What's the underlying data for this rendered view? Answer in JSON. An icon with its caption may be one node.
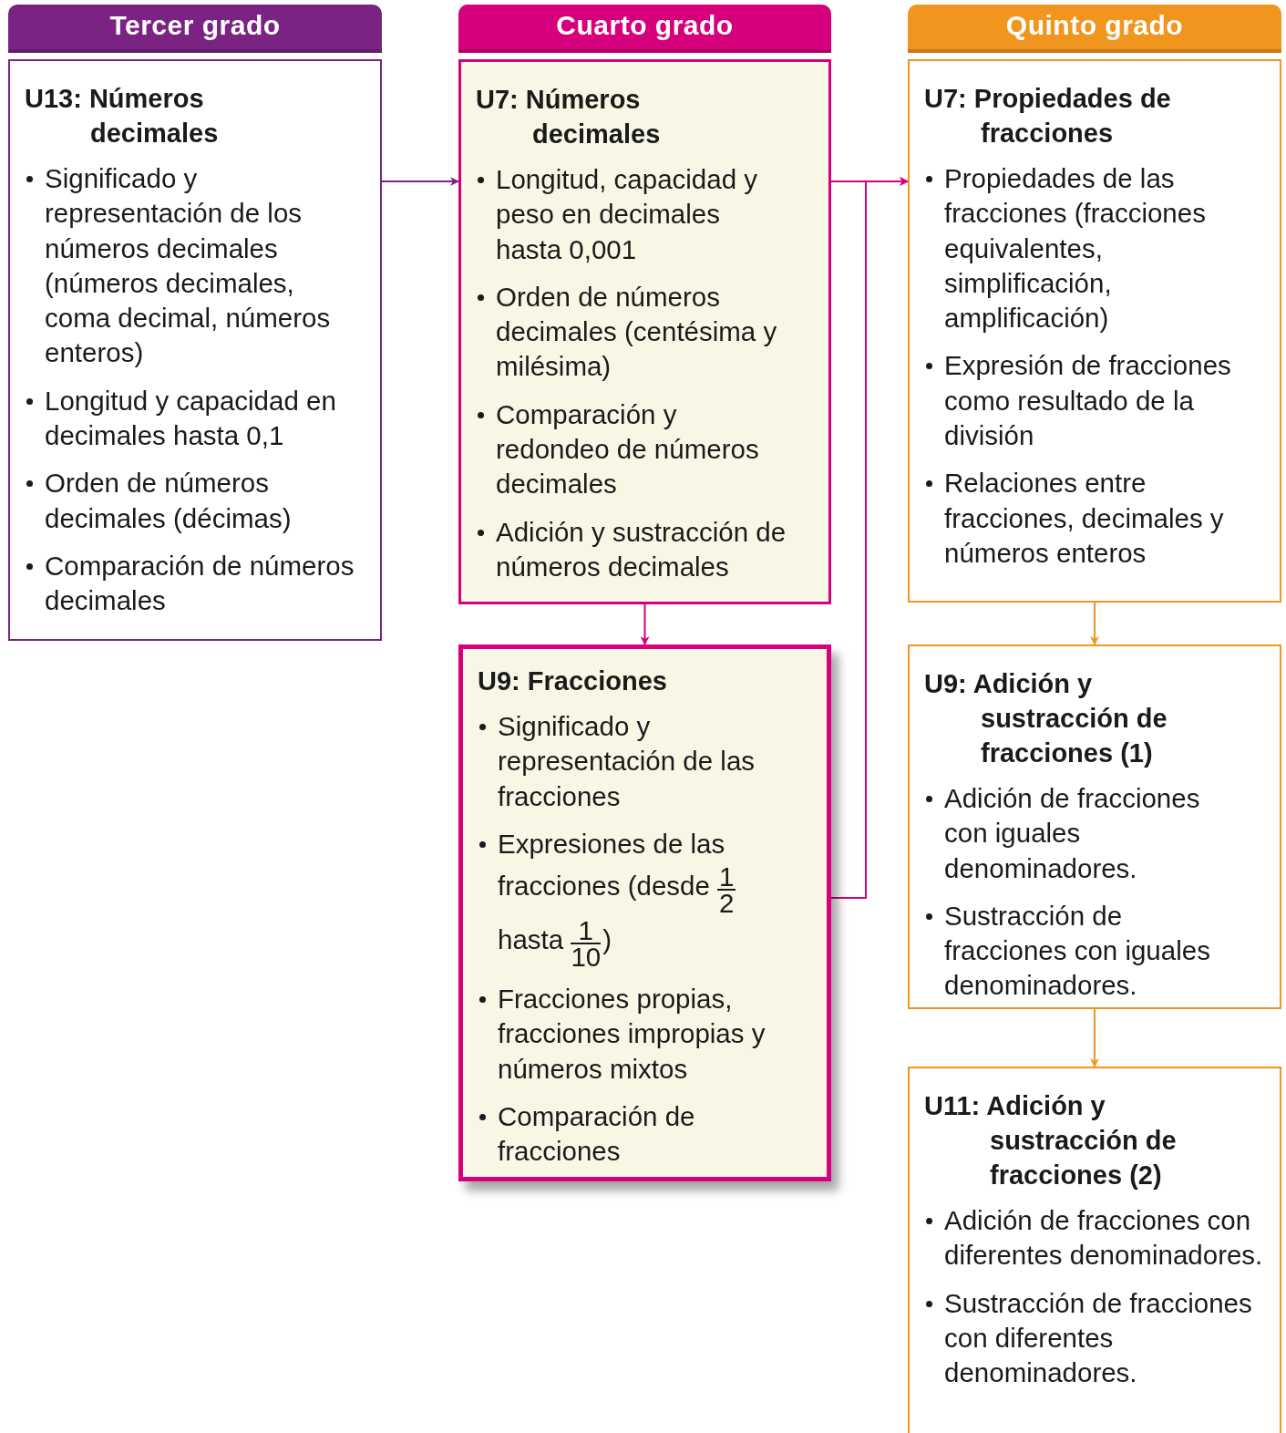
{
  "diagram": {
    "nodes": [
      {
        "text": [
          "Tercer grado"
        ]
      },
      {
        "text": [
          "U13: Números decimales",
          "Significado y representación de los números decimales (números decimales, coma decimal, números enteros)",
          "Longitud y capacidad en decimales hasta 0,1",
          "Orden de números decimales (décimas)",
          "Comparación de números decimales"
        ]
      },
      {
        "text": [
          "Cuarto grado"
        ]
      },
      {
        "text": [
          "U7: Números decimales",
          "Longitud, capacidad y peso en decimales hasta 0,001",
          "Orden de números decimales (centésima y milésima)",
          "Comparación y redondeo de números decimales",
          "Adición y sustracción de números decimales"
        ]
      },
      {
        "text": [
          "U9: Fracciones",
          "Significado y representación de las fracciones",
          "Expresiones de las fracciones (desde 1/2 hasta 1/10)",
          "Fracciones propias, fracciones impropias y números mixtos",
          "Comparación de fracciones"
        ]
      },
      {
        "text": [
          "Quinto grado"
        ]
      },
      {
        "text": [
          "U7: Propiedades de fracciones",
          "Propiedades de las fracciones (fracciones equivalentes, simplificación, amplificación)",
          "Expresión de fracciones como resultado de la división",
          "Relaciones entre fracciones, decimales y números enteros"
        ]
      },
      {
        "text": [
          "U9: Adición y sustracción de fracciones (1)",
          "Adición de fracciones con iguales denominadores.",
          "Sustracción de fracciones con iguales denominadores."
        ]
      },
      {
        "text": [
          "U11: Adición y sustracción de fracciones (2)",
          "Adición de fracciones con diferentes denominadores.",
          "Sustracción de fracciones con diferentes denominadores."
        ]
      }
    ],
    "edges": [
      {
        "from": 1,
        "to": 3,
        "arrow": "to",
        "color": "#7b2383"
      },
      {
        "from": 3,
        "to": 6,
        "arrow": "to",
        "color": "#d6007d"
      },
      {
        "from": 4,
        "to": 6,
        "arrow": "to",
        "color": "#d6007d"
      },
      {
        "from": 3,
        "to": 4,
        "arrow": "to",
        "color": "#d6007d"
      },
      {
        "from": 6,
        "to": 7,
        "arrow": "to",
        "color": "#f0961e"
      },
      {
        "from": 7,
        "to": 8,
        "arrow": "to",
        "color": "#f0961e"
      }
    ]
  }
}
